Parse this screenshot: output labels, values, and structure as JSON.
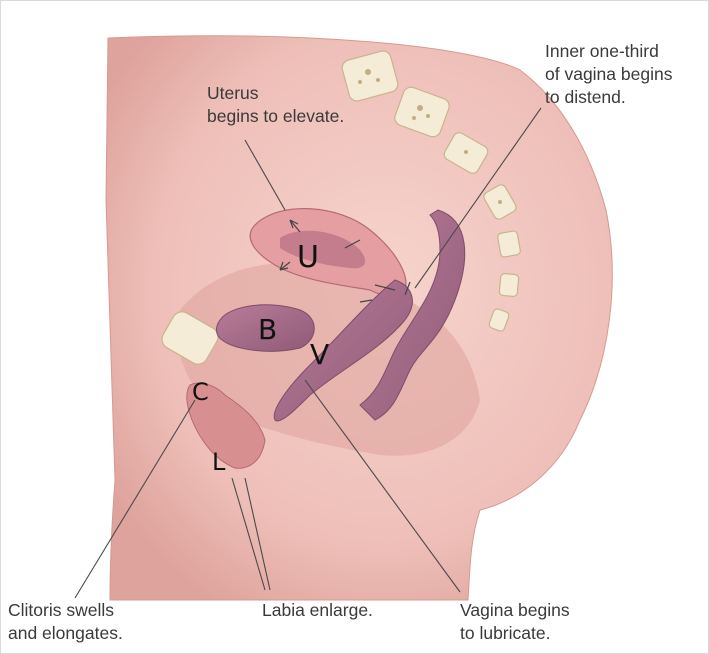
{
  "labels": {
    "uterus": "Uterus\nbegins to elevate.",
    "inner_vagina": "Inner one-third\nof vagina begins\nto distend.",
    "clitoris": "Clitoris swells\nand elongates.",
    "labia": "Labia enlarge.",
    "vagina": "Vagina begins\nto lubricate."
  },
  "handwritten": {
    "uterus": "U",
    "bladder": "B",
    "vagina": "V",
    "clitoris": "C",
    "labia": "L"
  },
  "colors": {
    "skin": "#eebfb8",
    "tissue": "#d48f8f",
    "organ": "#a56e8a",
    "bone": "#f5ecd8",
    "text": "#3a3a3a"
  }
}
